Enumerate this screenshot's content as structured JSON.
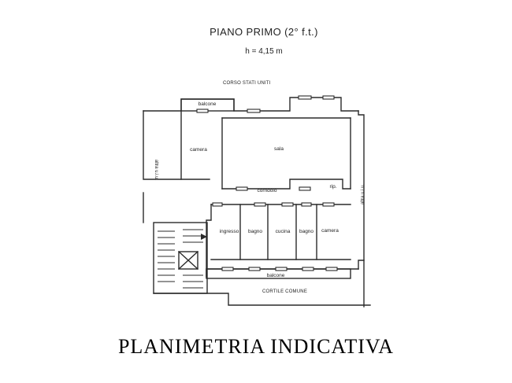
{
  "header": {
    "title": "PIANO PRIMO (2° f.t.)",
    "height_note": "h = 4,15 m"
  },
  "streets": {
    "top": "CORSO STATI UNITI",
    "bottom": "CORTILE COMUNE"
  },
  "side_labels": {
    "left": "altra u.i.u.",
    "right": "altra u.i.u."
  },
  "rooms": {
    "balcone_top": "balcone",
    "camera_left": "camera",
    "sala": "sala",
    "corridoio": "corridoio",
    "rip": "rip.",
    "ingresso": "ingresso",
    "bagno_1": "bagno",
    "cucina": "cucina",
    "bagno_2": "bagno",
    "camera_right": "camera",
    "balcone_bottom": "balcone"
  },
  "caption": "PLANIMETRIA INDICATIVA",
  "colors": {
    "line": "#2a2a2a",
    "text": "#222222",
    "caption": "#000000"
  }
}
